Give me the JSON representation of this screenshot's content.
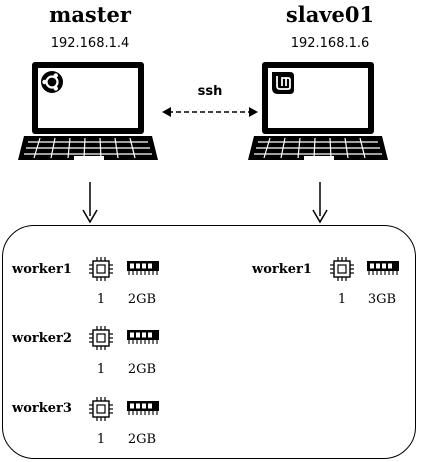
{
  "hosts": [
    {
      "name": "master",
      "ip": "192.168.1.4",
      "os_icon": "ubuntu-logo-icon"
    },
    {
      "name": "slave01",
      "ip": "192.168.1.6",
      "os_icon": "linux-mint-logo-icon"
    }
  ],
  "connection": {
    "label": "ssh"
  },
  "master_workers": [
    {
      "name": "worker1",
      "cpu": "1",
      "memory": "2GB"
    },
    {
      "name": "worker2",
      "cpu": "1",
      "memory": "2GB"
    },
    {
      "name": "worker3",
      "cpu": "1",
      "memory": "2GB"
    }
  ],
  "slave_workers": [
    {
      "name": "worker1",
      "cpu": "1",
      "memory": "3GB"
    }
  ],
  "icons": {
    "cpu": "cpu-chip-icon",
    "memory": "ram-stick-icon",
    "computer": "laptop-icon"
  }
}
